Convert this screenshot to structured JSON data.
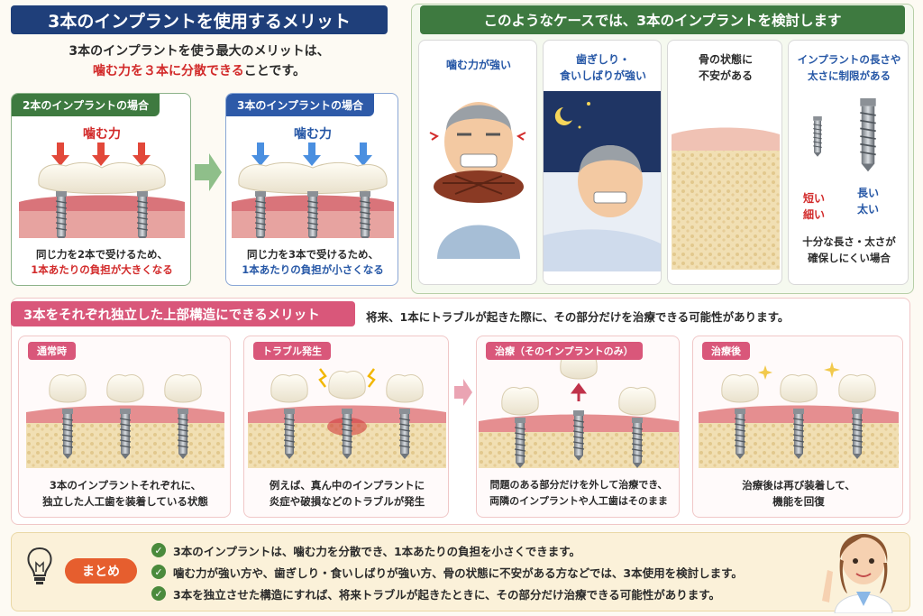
{
  "left": {
    "title": "3本のインプラントを使用するメリット",
    "intro_line1": "3本のインプラントを使う最大のメリットは、",
    "intro_em": "噛む力を３本に分散できる",
    "intro_tail": "ことです。",
    "two": {
      "label": "2本のインプラントの場合",
      "force": "噛む力",
      "cap1": "同じ力を2本で受けるため、",
      "cap2": "1本あたりの負担が大きくなる"
    },
    "three": {
      "label": "3本のインプラントの場合",
      "force": "噛む力",
      "cap1": "同じ力を3本で受けるため、",
      "cap2": "1本あたりの負担が小さくなる"
    }
  },
  "right": {
    "title": "このようなケースでは、3本のインプラントを検討します",
    "cases": [
      {
        "l1": "噛む力が強い",
        "l2": ""
      },
      {
        "l1": "歯ぎしり・",
        "l2": "食いしばりが強い"
      },
      {
        "l1": "骨の状態に",
        "l2": "不安がある"
      },
      {
        "l1": "インプラントの長さや",
        "l2": "太さに制限がある"
      }
    ],
    "short1": "短い",
    "short2": "細い",
    "long1": "長い",
    "long2": "太い",
    "limit1": "十分な長さ・太さが",
    "limit2": "確保しにくい場合"
  },
  "middle": {
    "title": "3本をそれぞれ独立した上部構造にできるメリット",
    "desc": "将来、1本にトラブルが起きた際に、その部分だけを治療できる可能性があります。",
    "steps": [
      {
        "tag": "通常時",
        "l1": "3本のインプラントそれぞれに、",
        "l2": "独立した人工歯を装着している状態"
      },
      {
        "tag": "トラブル発生",
        "l1": "例えば、真ん中のインプラントに",
        "l2": "炎症や破損などのトラブルが発生"
      },
      {
        "tag": "治療（そのインプラントのみ）",
        "l1": "問題のある部分だけを外して治療でき、",
        "l2": "両隣のインプラントや人工歯はそのまま"
      },
      {
        "tag": "治療後",
        "l1": "治療後は再び装着して、",
        "l2": "機能を回復"
      }
    ]
  },
  "summary": {
    "label": "まとめ",
    "items": [
      "3本のインプラントは、噛む力を分散でき、1本あたりの負担を小さくできます。",
      "噛む力が強い方や、歯ぎしり・食いしばりが強い方、骨の状態に不安がある方などでは、3本使用を検討します。",
      "3本を独立させた構造にすれば、将来トラブルが起きたときに、その部分だけ治療できる可能性があります。"
    ]
  }
}
